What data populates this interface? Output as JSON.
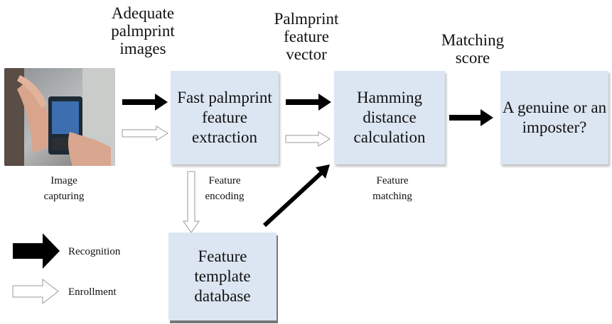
{
  "boxes": {
    "feature_extraction": "Fast palmprint feature extraction",
    "hamming": "Hamming distance calculation",
    "decision": "A genuine or an imposter?",
    "template_db": "Feature template database"
  },
  "labels": {
    "adequate_images": "Adequate palmprint images",
    "feature_vector": "Palmprint feature vector",
    "matching_score": "Matching score",
    "image_capturing": "Image capturing",
    "feature_encoding": "Feature encoding",
    "feature_matching": "Feature matching"
  },
  "legend": {
    "recognition": "Recognition",
    "enrollment": "Enrollment"
  },
  "colors": {
    "box_fill": "#dce6f2",
    "recognition_arrow": "#000000",
    "enrollment_arrow": "#ffffff"
  }
}
